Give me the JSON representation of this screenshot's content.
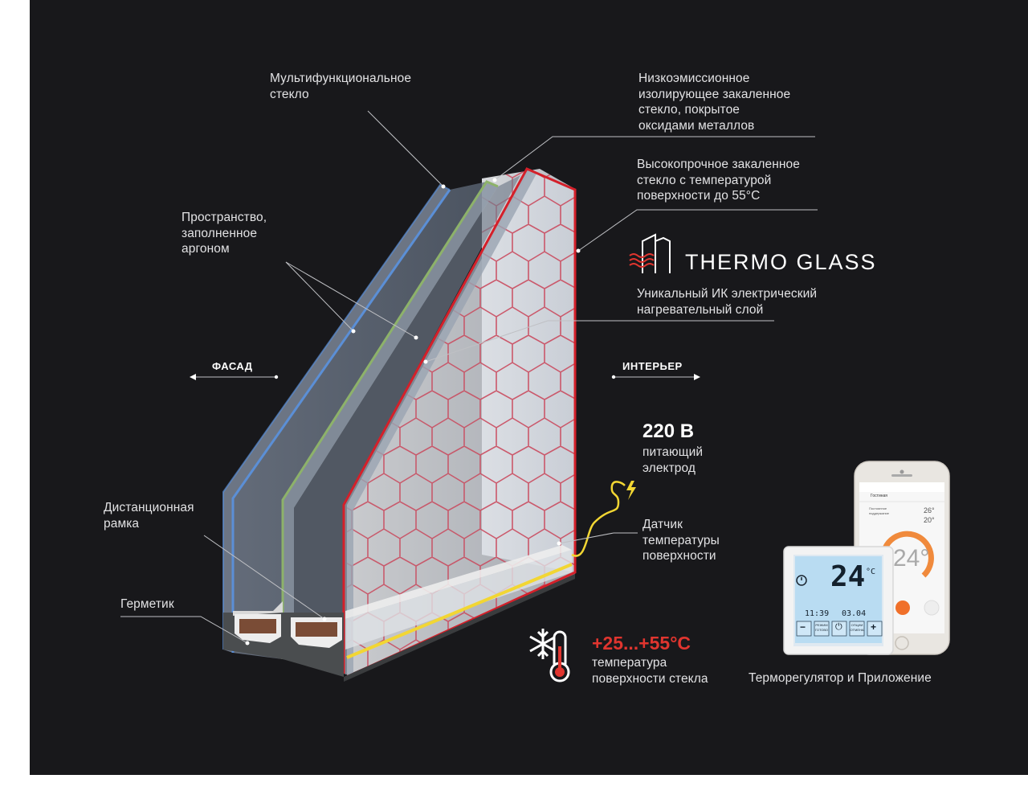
{
  "labels": {
    "multifunctional_glass": "Мультифункциональное\nстекло",
    "low_emission_glass": "Низкоэмиссионное\nизолирующее закаленное\nстекло, покрытое\nоксидами металлов",
    "high_strength_glass": "Высокопрочное закаленное\nстекло с температурой\nповерхности до 55°C",
    "argon_space": "Пространство,\nзаполненное\nаргоном",
    "ir_layer": "Уникальный ИК электрический\nнагревательный слой",
    "facade": "ФАСАД",
    "interior": "ИНТЕРЬЕР",
    "voltage": "220 В",
    "electrode": "питающий\nэлектрод",
    "sensor": "Датчик\nтемпературы\nповерхности",
    "spacer": "Дистанционная\nрамка",
    "sealant": "Герметик",
    "temp_range": "+25...+55°C",
    "temp_caption": "температура\nповерхности стекла",
    "thermostat_caption": "Терморегулятор и Приложение"
  },
  "brand": {
    "name": "THERMO GLASS"
  },
  "thermostat": {
    "display_temp": "24",
    "unit": "°C",
    "time": "11:39",
    "date": "03.04",
    "btn_minus": "−",
    "btn_mode": "РЕЖИМ\nГОТОВО",
    "btn_power": "⏻",
    "btn_options": "ОПЦИИ\nОТМЕНА",
    "btn_plus": "+"
  },
  "phone": {
    "header": "Гостиная",
    "mode_text": "Постоянное\nподдержание",
    "set_temp": "26°",
    "floor_temp": "20°",
    "dial_temp": "24°"
  },
  "colors": {
    "background": "#18181b",
    "outer_glass": "#5b8fd6",
    "middle_glass": "#8db26a",
    "inner_glass": "#d4202a",
    "temp_accent": "#e0352f",
    "wire": "#f2d633"
  },
  "icons": {
    "logo": "building-heat-icon",
    "lightning": "lightning-icon",
    "thermometer": "snowflake-thermometer-icon"
  }
}
